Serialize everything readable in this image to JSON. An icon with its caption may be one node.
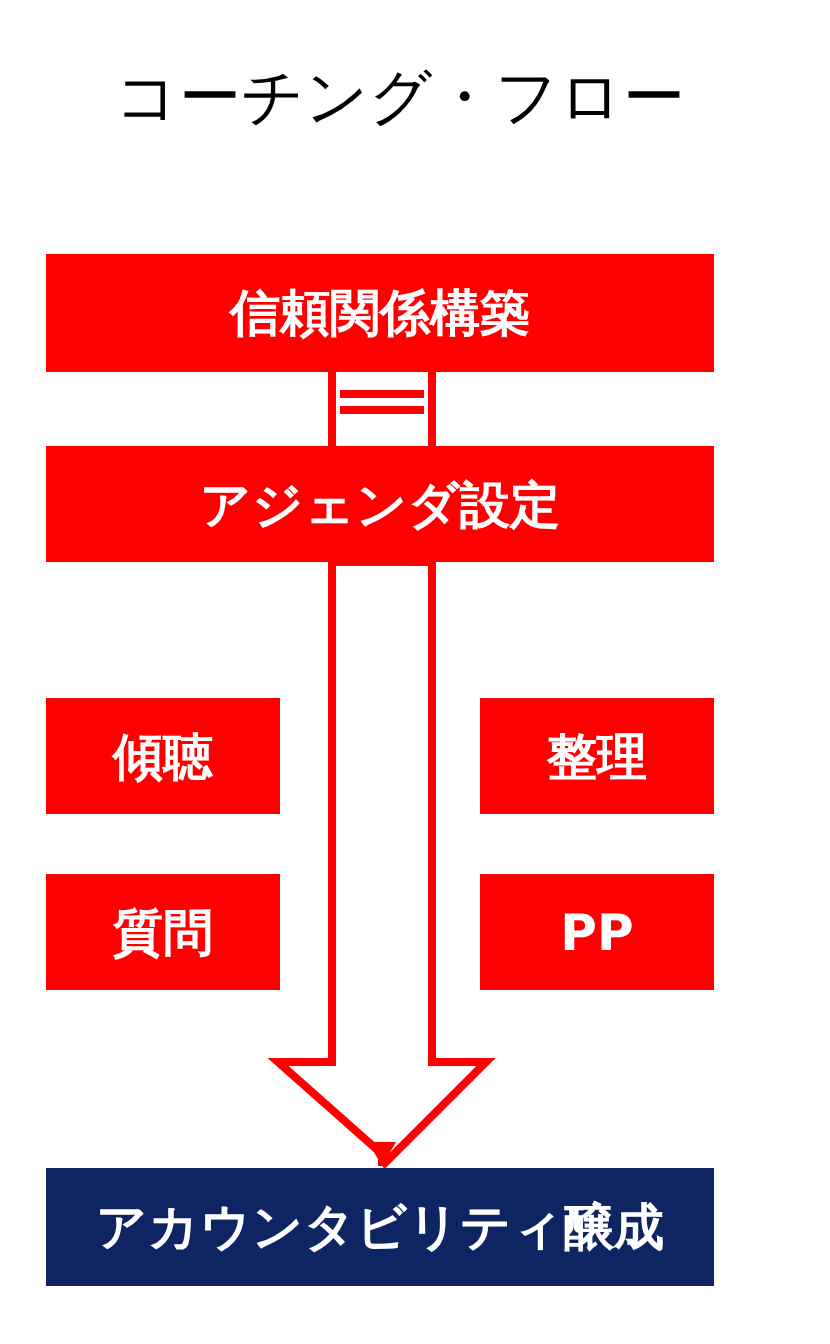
{
  "diagram": {
    "title": "コーチング・フロー",
    "nodes": [
      {
        "text": [
          "信頼関係構築"
        ]
      },
      {
        "text": [
          "アジェンダ設定"
        ]
      },
      {
        "text": [
          "傾聴"
        ]
      },
      {
        "text": [
          "整理"
        ]
      },
      {
        "text": [
          "質問"
        ]
      },
      {
        "text": [
          "PP"
        ]
      },
      {
        "text": [
          "アカウンタビリティ醸成"
        ]
      }
    ],
    "edges": [
      {
        "from": 0,
        "to": 1,
        "arrow": "none"
      },
      {
        "from": 1,
        "to": 6,
        "arrow": "to"
      }
    ]
  }
}
